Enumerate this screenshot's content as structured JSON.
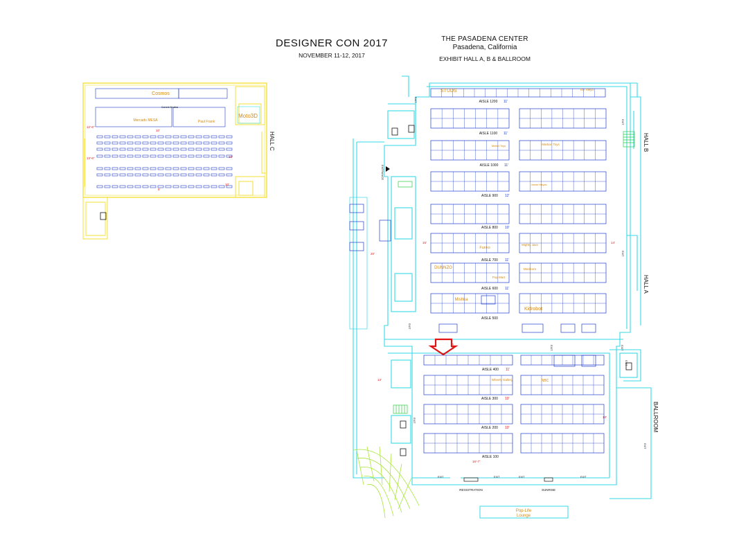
{
  "header": {
    "event_title": "DESIGNER CON 2017",
    "event_dates": "NOVEMBER 11-12, 2017",
    "venue_name": "THE PASADENA CENTER",
    "venue_city": "Pasadena, California",
    "venue_halls": "EXHIBIT HALL A, B & BALLROOM"
  },
  "hall_labels": {
    "hall_c": "HALL C",
    "hall_b": "HALL B",
    "hall_a": "HALL A",
    "ballroom": "BALLROOM"
  },
  "aisles": [
    {
      "label": "AISLE 1200",
      "width": "11'"
    },
    {
      "label": "AISLE 1100",
      "width": "11'"
    },
    {
      "label": "AISLE 1000",
      "width": "11'"
    },
    {
      "label": "AISLE 900",
      "width": "12'"
    },
    {
      "label": "AISLE 800",
      "width": "10'"
    },
    {
      "label": "AISLE 700",
      "width": "11'"
    },
    {
      "label": "AISLE 600",
      "width": "11'"
    },
    {
      "label": "AISLE 500",
      "width": ""
    },
    {
      "label": "AISLE 400",
      "width": "11'"
    },
    {
      "label": "AISLE 300",
      "width": "10'"
    },
    {
      "label": "AISLE 200",
      "width": "10'"
    },
    {
      "label": "AISLE 100",
      "width": ""
    }
  ],
  "big_booths": [
    "STUDS",
    "Mattel Toys",
    "Funko",
    "Kidrobot",
    "Mishka",
    "DUNNZO",
    "Pop Mart",
    "Mighty Jaxx",
    "Medicom",
    "Martian Toys",
    "Jamie Hayes",
    "NBC",
    "Cosmos",
    "Moto3D",
    "Mercado MESA",
    "Paul Frank",
    "Wheely Gallery",
    "Toy Tokyo",
    "Pop-Life Lounge"
  ],
  "labels": {
    "entrance": "ENTRANCE",
    "exit": "EXIT",
    "registration": "REGISTRATION",
    "sunrise": "SUNRISE",
    "pop_life_line1": "Pop-Life",
    "pop_life_line2": "Lounge",
    "current_studios": "Current Studios"
  },
  "dimensions_red": [
    "10'",
    "12'-6\"",
    "13'-6\"",
    "10'",
    "10'",
    "10'",
    "6'",
    "20'",
    "15'",
    "14'",
    "13'",
    "16'-7\"",
    "10'"
  ],
  "colors": {
    "hall_c_wall": "#f4e23a",
    "main_wall": "#35d9e8",
    "booth_outline": "#1e3cc8",
    "booth_text": "#d38a12",
    "dimension": "#e01818",
    "stair_green": "#2ecc40",
    "arrow_red": "#e01414",
    "arc_green": "#a8e63a"
  }
}
